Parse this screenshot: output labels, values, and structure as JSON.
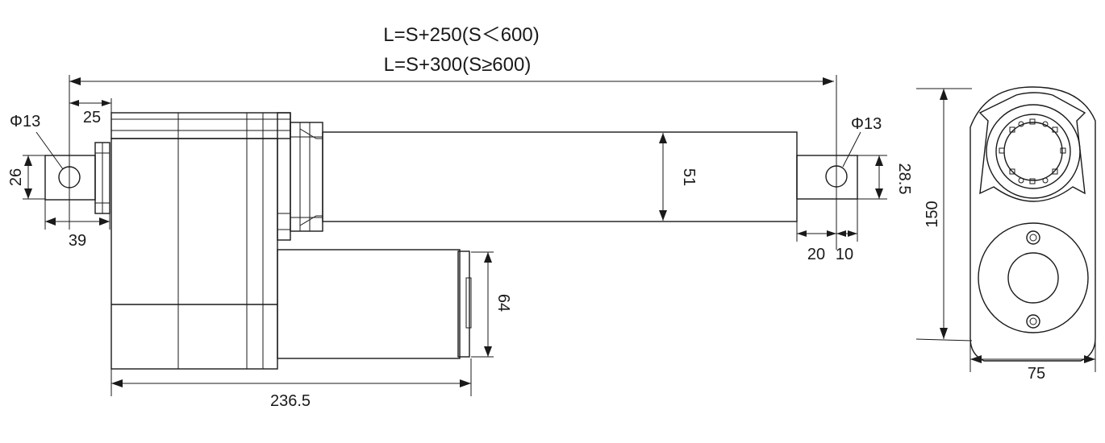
{
  "formula": {
    "line1": "L=S+250(S＜600)",
    "line2": "L=S+300(S≥600)"
  },
  "dimensions": {
    "hole_rear": "Φ13",
    "hole_front": "Φ13",
    "rear_offset": "25",
    "rear_height": "26",
    "rear_width": "39",
    "rod_diameter": "51",
    "front_height": "28.5",
    "front_len_a": "20",
    "front_len_b": "10",
    "motor_height": "64",
    "body_length": "236.5",
    "end_height": "150",
    "end_width": "75"
  }
}
